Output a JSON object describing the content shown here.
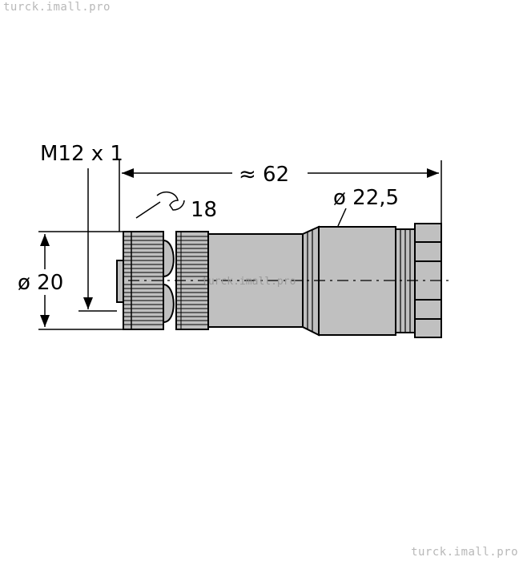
{
  "watermark": {
    "top": "turck.imall.pro",
    "bottom": "turck.imall.pro",
    "center": "turck.imall.pro"
  },
  "dimensions": {
    "thread": "M12 x 1",
    "length": "≈ 62",
    "wrench_size": "18",
    "diameter_body": "ø 22,5",
    "diameter_front": "ø 20"
  },
  "colors": {
    "body": "#c0c0c0",
    "outline": "#000000"
  }
}
